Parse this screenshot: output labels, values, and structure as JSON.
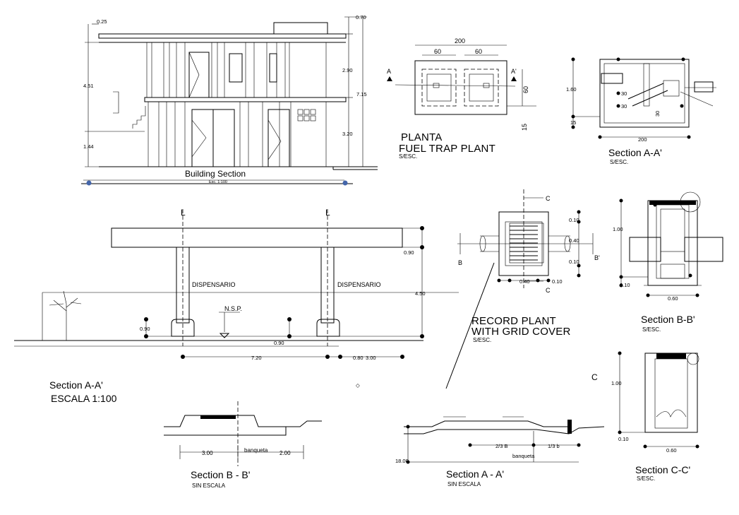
{
  "building_section": {
    "title": "Building Section",
    "scale": "Esc. 1:100",
    "dims": {
      "top_left": "0.25",
      "top_right": "0.70",
      "h1": "4.51",
      "h2": "1.44",
      "r1": "2.90",
      "r2": "7.15",
      "r3": "3.20"
    }
  },
  "fuel_trap_plan": {
    "title_line1": "PLANTA",
    "title_line2": "FUEL TRAP PLANT",
    "scale": "S/ESC.",
    "dims": {
      "total": "200",
      "left": "60",
      "right": "60",
      "side": "60",
      "bottom": "15"
    },
    "markers": {
      "a_left": "A",
      "a_right": "A'"
    }
  },
  "section_aa_small": {
    "title": "Section A-A'",
    "scale": "S/ESC.",
    "dims": {
      "height": "1.60",
      "width": "200",
      "low": "15",
      "d30a": "30",
      "d30b": "30",
      "d30c": "30"
    }
  },
  "main_section": {
    "title": "Section A-A'",
    "scale": "ESCALA 1:100",
    "labels": {
      "disp_left": "DISPENSARIO",
      "disp_right": "DISPENSARIO",
      "nsp": "N.S.P.",
      "axis_left": "L",
      "axis_right": "L"
    },
    "dims": {
      "canopy": "0.90",
      "total_h": "4.50",
      "base": "0.90",
      "mid": "0.90",
      "span": "7.20",
      "r1": "0.80",
      "r2": "3.00"
    }
  },
  "record_plant": {
    "title_line1": "RECORD PLANT",
    "title_line2": "WITH GRID COVER",
    "scale": "S/ESC.",
    "markers": {
      "c_top": "C",
      "c_bottom": "C",
      "b_left": "B",
      "b_right": "B'"
    },
    "dims": {
      "d1": "0.10",
      "d2": "0.40",
      "d3": "0.10",
      "d4": "0.40",
      "d5": "0.10"
    }
  },
  "section_bb_right": {
    "title": "Section B-B'",
    "scale": "S/ESC.",
    "dims": {
      "height": "1.00",
      "low": "0.10",
      "width": "0.60"
    }
  },
  "section_cc": {
    "title": "Section C-C'",
    "scale": "S/ESC.",
    "marker": "C",
    "dims": {
      "height": "1.00",
      "low": "0.10",
      "width": "0.60"
    }
  },
  "section_bb_bottom": {
    "title": "Section B - B'",
    "scale": "SIN ESCALA",
    "dims": {
      "left": "3.00",
      "label": "banqueta",
      "right": "2.00"
    }
  },
  "section_aa_bottom": {
    "title": "Section A - A'",
    "scale": "SIN ESCALA",
    "dims": {
      "left": "18.00",
      "a": "2/3 B",
      "b": "1/3 b",
      "label": "banqueta"
    }
  }
}
